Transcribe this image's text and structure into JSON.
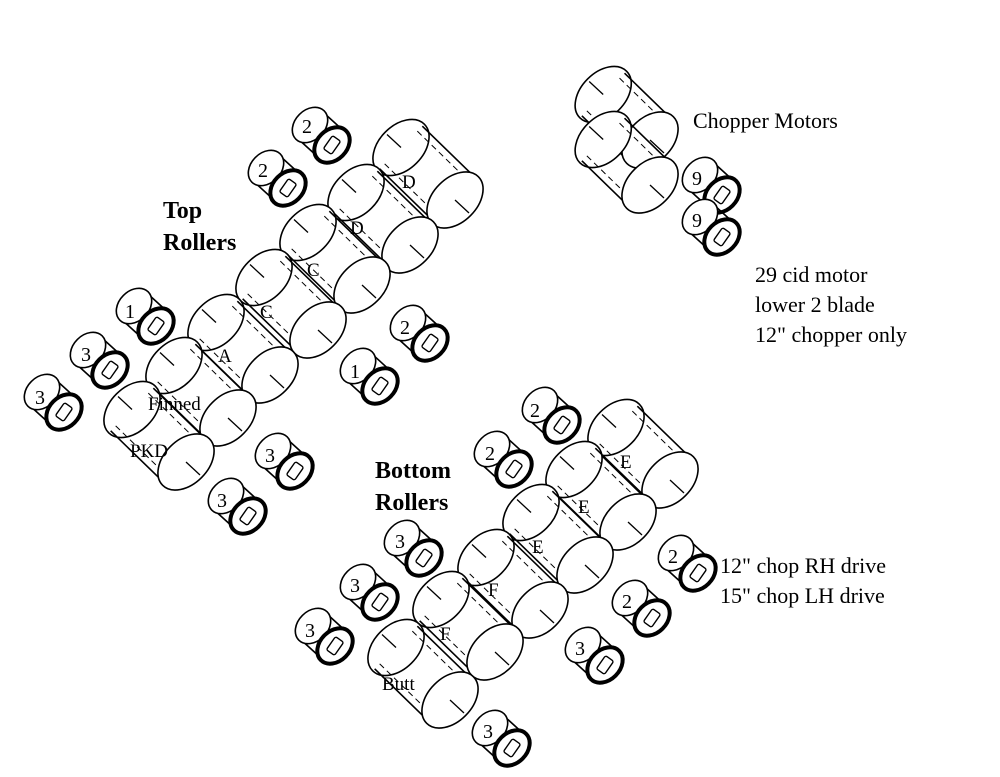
{
  "labels": {
    "top_rollers_line1": "Top",
    "top_rollers_line2": "Rollers",
    "bottom_rollers_line1": "Bottom",
    "bottom_rollers_line2": "Rollers",
    "chopper_motors": "Chopper Motors",
    "note_29cid_line1": "29 cid motor",
    "note_29cid_line2": "lower 2 blade",
    "note_29cid_line3": "12\" chopper only",
    "note_chop_line1": "12\" chop RH drive",
    "note_chop_line2": "15\" chop LH drive"
  },
  "assemblies": [
    {
      "group": "top",
      "roller": "D",
      "roller_side": "right",
      "motor": "2",
      "motor_side": "left"
    },
    {
      "group": "top",
      "roller": "D",
      "roller_side": "right",
      "motor": "2",
      "motor_side": "left"
    },
    {
      "group": "top",
      "roller": "C",
      "roller_side": "left",
      "motor": "2",
      "motor_side": "right"
    },
    {
      "group": "top",
      "roller": "C",
      "roller_side": "left",
      "motor": "1",
      "motor_side": "right"
    },
    {
      "group": "top",
      "roller": "A",
      "roller_side": "right",
      "motor": "1",
      "motor_side": "left"
    },
    {
      "group": "top",
      "roller": "Finned",
      "roller_side": "right",
      "motor_left": "3",
      "motor_right": "3"
    },
    {
      "group": "top",
      "roller": "PKD",
      "roller_side": "right",
      "motor_left": "3",
      "motor_right": "3"
    },
    {
      "group": "chopper",
      "motor": "9",
      "motor_side": "right"
    },
    {
      "group": "chopper",
      "motor": "9",
      "motor_side": "right"
    },
    {
      "group": "bottom",
      "roller": "E",
      "roller_side": "right",
      "motor": "2",
      "motor_side": "left"
    },
    {
      "group": "bottom",
      "roller": "E",
      "roller_side": "right",
      "motor_left": "2",
      "motor_right": "2"
    },
    {
      "group": "bottom",
      "roller": "E",
      "roller_side": "left",
      "motor": "2",
      "motor_side": "right"
    },
    {
      "group": "bottom",
      "roller": "F",
      "roller_side": "right",
      "motor": "3",
      "motor_side": "left"
    },
    {
      "group": "bottom",
      "roller": "F",
      "roller_side": "right",
      "motor_left": "3",
      "motor_right": "3"
    },
    {
      "group": "bottom",
      "roller": "Butt",
      "roller_side": "right",
      "motor_left": "3",
      "motor_right": "3"
    }
  ],
  "text_marks": {
    "d1": "D",
    "d2": "D",
    "c1": "C",
    "c2": "C",
    "a": "A",
    "finned": "Finned",
    "pkd": "PKD",
    "e1": "E",
    "e2": "E",
    "e3": "E",
    "f1": "F",
    "f2": "F",
    "butt": "Butt",
    "m_top_d1": "2",
    "m_top_d2": "2",
    "m_top_c1_r": "2",
    "m_top_c2_r": "1",
    "m_top_a_l": "1",
    "m_top_finned_l": "3",
    "m_top_finned_r": "3",
    "m_top_pkd_l": "3",
    "m_top_pkd_r": "3",
    "m_chop1": "9",
    "m_chop2": "9",
    "m_e1_l": "2",
    "m_e2_l": "2",
    "m_e2_r": "2",
    "m_e3_r": "2",
    "m_f1_l": "3",
    "m_f2_l": "3",
    "m_f2_r": "3",
    "m_butt_l": "3",
    "m_butt_r": "3"
  }
}
